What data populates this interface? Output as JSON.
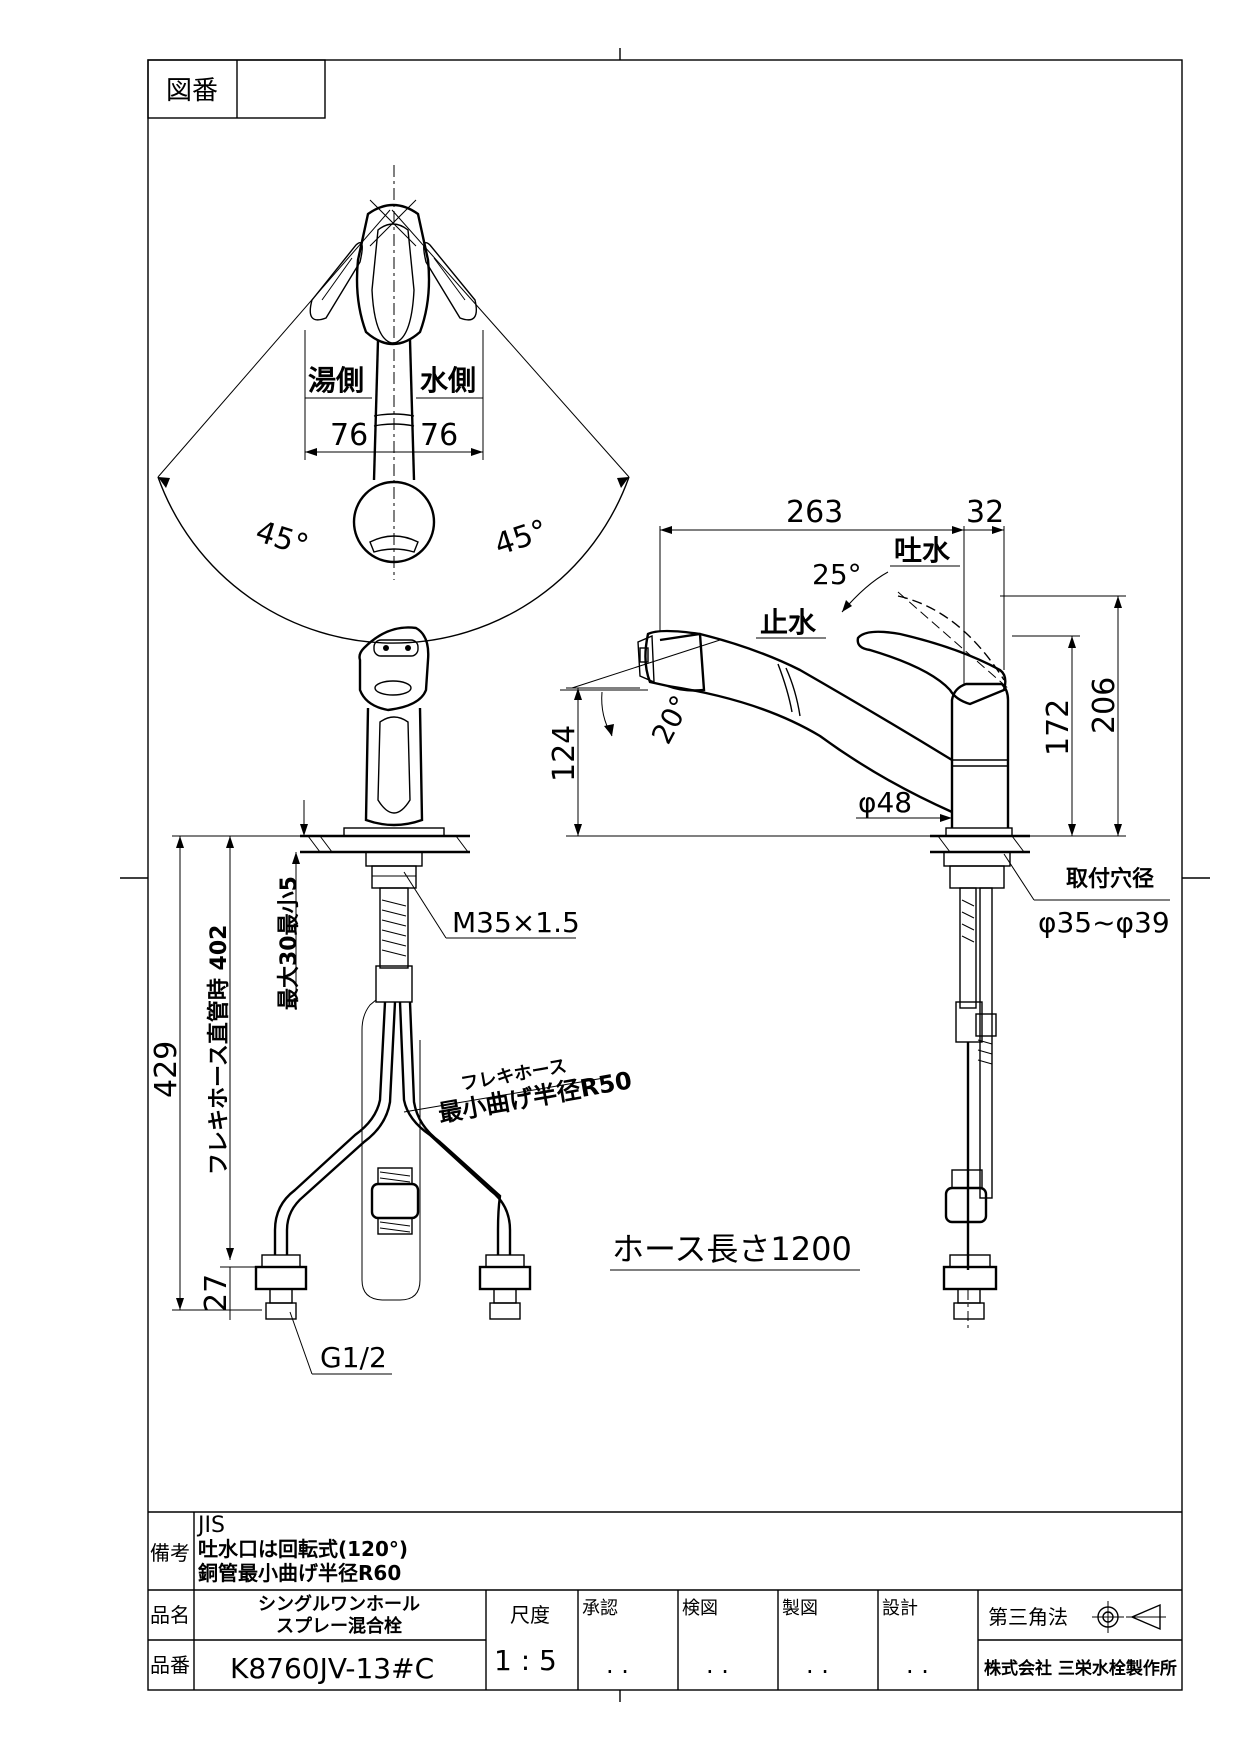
{
  "header": {
    "zuban_label": "図番",
    "zuban_value": ""
  },
  "top_view": {
    "hot_side": "湯側",
    "cold_side": "水側",
    "dim_left": "76",
    "dim_right": "76",
    "angle_left": "45°",
    "angle_right": "45°"
  },
  "side_view": {
    "dim_263": "263",
    "dim_32": "32",
    "spout_label": "吐水",
    "stop_label": "止水",
    "angle_lever": "25°",
    "angle_spout": "20°",
    "dim_124": "124",
    "dim_172": "172",
    "dim_206": "206",
    "dia_48": "φ48",
    "mount_hole_label": "取付穴径",
    "mount_hole_value": "φ35~φ39"
  },
  "front_view": {
    "thread": "M35×1.5",
    "max_thickness": "最大30最小5",
    "hose_straight": "フレキホース直管時 402",
    "dim_429": "429",
    "dim_27": "27",
    "connector": "G1/2",
    "flex_hose": "フレキホース",
    "min_bend": "最小曲げ半径R50",
    "hose_length": "ホース長さ1200"
  },
  "title_block": {
    "remarks_label": "備考",
    "remarks": [
      "JIS",
      "吐水口は回転式(120°)",
      "銅管最小曲げ半径R60"
    ],
    "name_label": "品名",
    "name_value_line1": "シングルワンホール",
    "name_value_line2": "スプレー混合栓",
    "number_label": "品番",
    "number_value": "K8760JV-13#C",
    "scale_label": "尺度",
    "scale_value": "1 : 5",
    "approve_label": "承認",
    "check_label": "検図",
    "draw_label": "製図",
    "design_label": "設計",
    "date_marks": "· ·",
    "projection_label": "第三角法",
    "company": "株式会社 三栄水栓製作所"
  }
}
